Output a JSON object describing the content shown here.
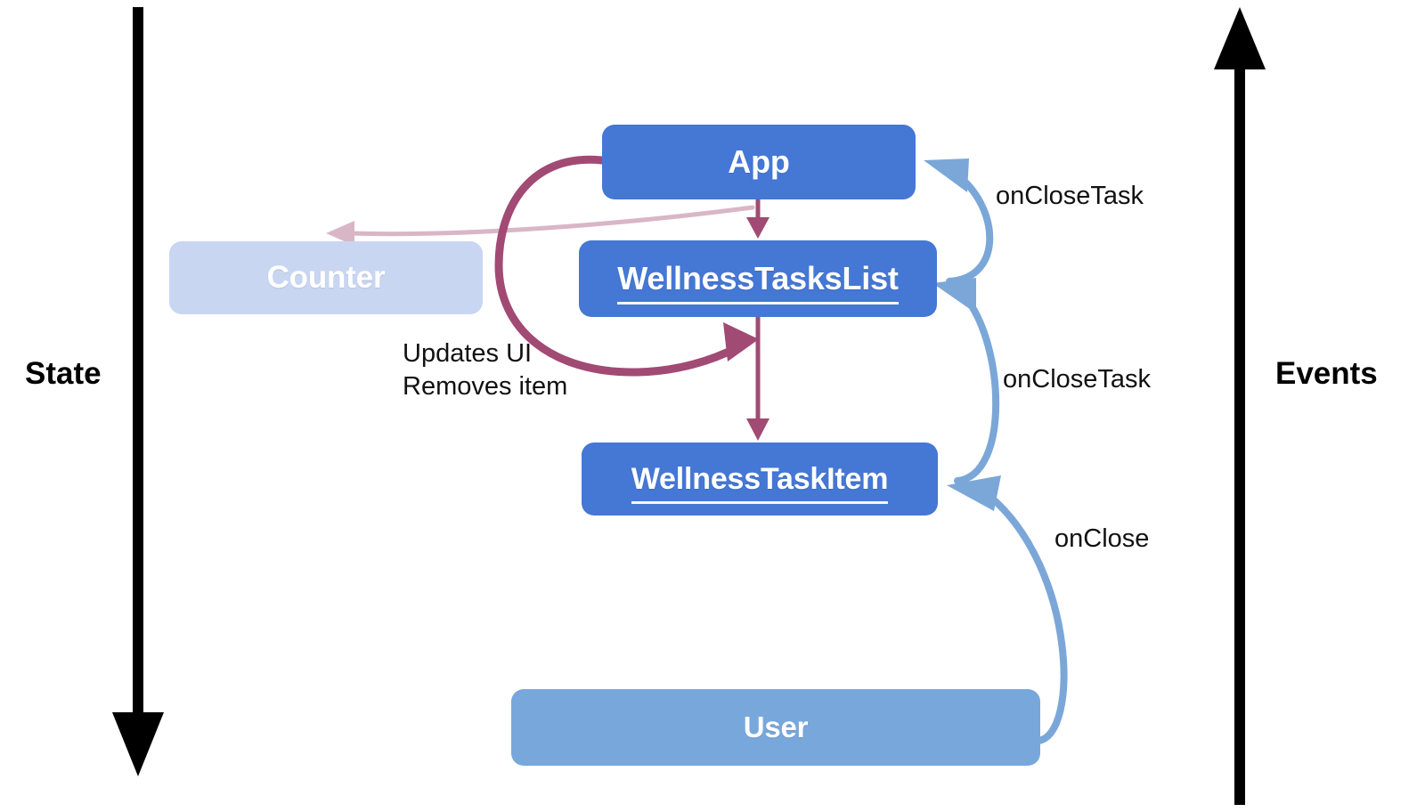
{
  "diagram": {
    "type": "flow",
    "title": "React unidirectional data flow diagram",
    "background": "#ffffff",
    "colors": {
      "node_primary": "#4577d4",
      "node_faded": "#c9d6f2",
      "node_user": "#78a7dc",
      "event_arrow": "#7ba7d8",
      "state_arrow": "#a14a74",
      "state_arrow_faded": "#d9b6c6",
      "axis_arrow": "#000000",
      "spellcheck_underline": "#e06666"
    }
  },
  "axes": {
    "left": {
      "label": "State",
      "direction": "down",
      "icon": "down-arrow-icon"
    },
    "right": {
      "label": "Events",
      "direction": "up",
      "icon": "up-arrow-icon"
    }
  },
  "nodes": [
    {
      "id": "app",
      "label": "App",
      "variant": "primary",
      "misspelled": false
    },
    {
      "id": "wellness_tasks_list",
      "label": "WellnessTasksList",
      "variant": "primary",
      "misspelled": true
    },
    {
      "id": "wellness_task_item",
      "label": "WellnessTaskItem",
      "variant": "primary",
      "misspelled": true
    },
    {
      "id": "counter",
      "label": "Counter",
      "variant": "faded",
      "misspelled": false
    },
    {
      "id": "user",
      "label": "User",
      "variant": "user",
      "misspelled": false
    }
  ],
  "edges": [
    {
      "id": "e1",
      "from": "app",
      "to": "wellness_tasks_list",
      "label": "",
      "kind": "state"
    },
    {
      "id": "e2",
      "from": "wellness_tasks_list",
      "to": "wellness_task_item",
      "label": "",
      "kind": "state"
    },
    {
      "id": "e3",
      "from": "app",
      "to": "counter",
      "label": "",
      "kind": "state-faded"
    },
    {
      "id": "e4",
      "from": "app",
      "to": "wellness_tasks_list",
      "label": "Updates UI\nRemoves item",
      "kind": "state-loop"
    },
    {
      "id": "e5",
      "from": "wellness_tasks_list",
      "to": "app",
      "label": "onCloseTask",
      "kind": "event"
    },
    {
      "id": "e6",
      "from": "wellness_task_item",
      "to": "wellness_tasks_list",
      "label": "onCloseTask",
      "kind": "event"
    },
    {
      "id": "e7",
      "from": "user",
      "to": "wellness_task_item",
      "label": "onClose",
      "kind": "event"
    }
  ],
  "edge_labels": {
    "onclosetask_to_app": "onCloseTask",
    "onclosetask_to_list": "onCloseTask",
    "onclose_to_item": "onClose",
    "updates_line1": "Updates UI",
    "updates_line2": "Removes item"
  }
}
